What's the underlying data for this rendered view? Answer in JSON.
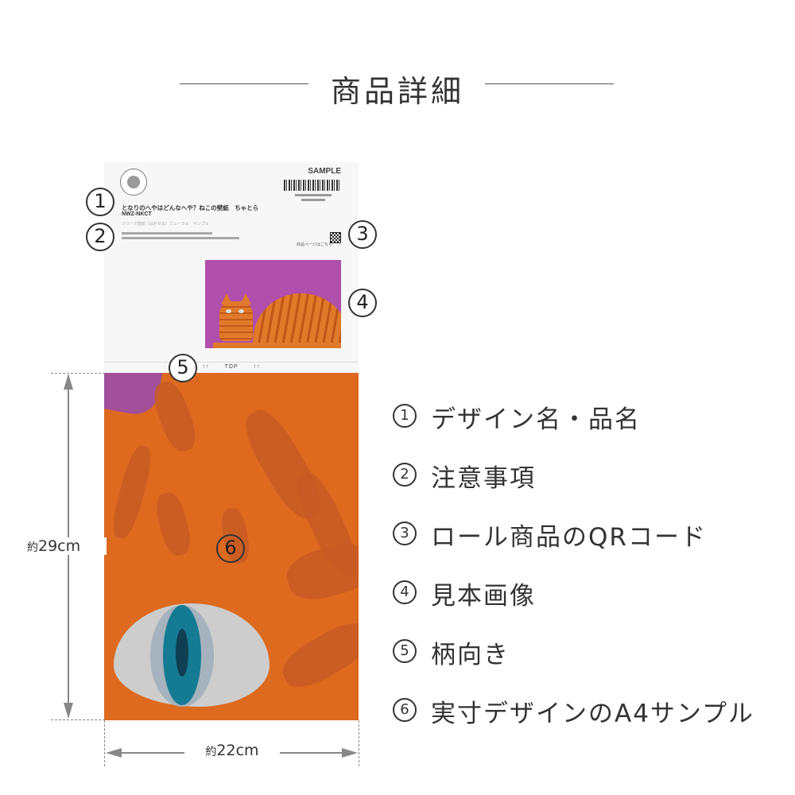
{
  "header": {
    "title": "商品詳細"
  },
  "sample": {
    "label": "SAMPLE",
    "product_name": "となりのへやはどんなへや？ねこの壁紙　ちゃとら",
    "product_code": "NWZ-NKCT",
    "product_note": "フリース壁紙（はがせる）ミューラル　サンプル",
    "qr_caption": "商品ページはこちら",
    "top_marker": "TOP",
    "top_arrows": "↑↑"
  },
  "dimensions": {
    "height_prefix": "約",
    "height_value": "29cm",
    "width_prefix": "約",
    "width_value": "22cm"
  },
  "markers": [
    "1",
    "2",
    "3",
    "4",
    "5",
    "6"
  ],
  "legend": [
    {
      "num": "1",
      "text": "デザイン名・品名"
    },
    {
      "num": "2",
      "text": "注意事項"
    },
    {
      "num": "3",
      "text": "ロール商品のQRコード"
    },
    {
      "num": "4",
      "text": "見本画像"
    },
    {
      "num": "5",
      "text": "柄向き"
    },
    {
      "num": "6",
      "text": "実寸デザインのA4サンプル"
    }
  ],
  "colors": {
    "art_orange": "#dd6a1f",
    "preview_purple": "#b04fac",
    "eye_blue": "#157b93"
  }
}
